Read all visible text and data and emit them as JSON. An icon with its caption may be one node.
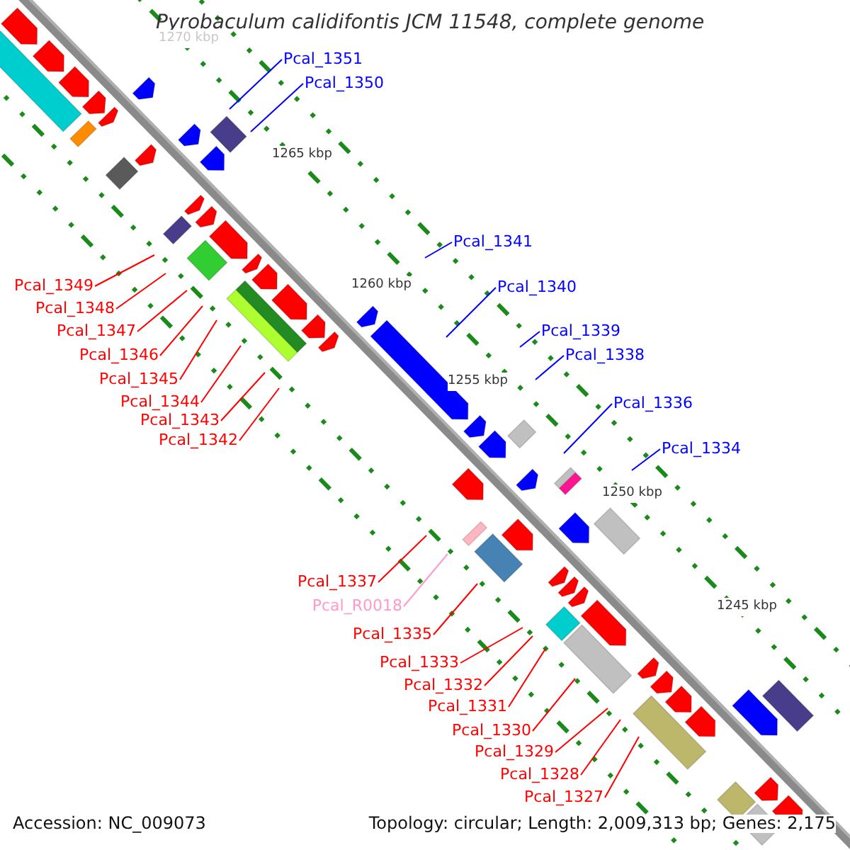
{
  "diagram": {
    "title": "Pyrobaculum calidifontis JCM 11548, complete genome",
    "nodes": [
      {
        "text": [
          "Pcal_1351"
        ]
      },
      {
        "text": [
          "Pcal_1350"
        ]
      },
      {
        "text": [
          "Pcal_1341"
        ]
      },
      {
        "text": [
          "Pcal_1340"
        ]
      },
      {
        "text": [
          "Pcal_1339"
        ]
      },
      {
        "text": [
          "Pcal_1338"
        ]
      },
      {
        "text": [
          "Pcal_1336"
        ]
      },
      {
        "text": [
          "Pcal_1334"
        ]
      },
      {
        "text": [
          "Pcal_1349"
        ]
      },
      {
        "text": [
          "Pcal_1348"
        ]
      },
      {
        "text": [
          "Pcal_1347"
        ]
      },
      {
        "text": [
          "Pcal_1346"
        ]
      },
      {
        "text": [
          "Pcal_1345"
        ]
      },
      {
        "text": [
          "Pcal_1344"
        ]
      },
      {
        "text": [
          "Pcal_1343"
        ]
      },
      {
        "text": [
          "Pcal_1342"
        ]
      },
      {
        "text": [
          "Pcal_1337"
        ]
      },
      {
        "text": [
          "Pcal_R0018"
        ]
      },
      {
        "text": [
          "Pcal_1335"
        ]
      },
      {
        "text": [
          "Pcal_1333"
        ]
      },
      {
        "text": [
          "Pcal_1332"
        ]
      },
      {
        "text": [
          "Pcal_1331"
        ]
      },
      {
        "text": [
          "Pcal_1330"
        ]
      },
      {
        "text": [
          "Pcal_1329"
        ]
      },
      {
        "text": [
          "Pcal_1328"
        ]
      },
      {
        "text": [
          "Pcal_1327"
        ]
      }
    ],
    "edges": [
      {
        "from": 0,
        "to": null,
        "arrow": "none",
        "color": "#0000ff"
      },
      {
        "from": 1,
        "to": null,
        "arrow": "none",
        "color": "#0000ff"
      },
      {
        "from": 2,
        "to": null,
        "arrow": "none",
        "color": "#0000ff"
      },
      {
        "from": 3,
        "to": null,
        "arrow": "none",
        "color": "#0000ff"
      },
      {
        "from": 4,
        "to": null,
        "arrow": "none",
        "color": "#0000ff"
      },
      {
        "from": 5,
        "to": null,
        "arrow": "none",
        "color": "#0000ff"
      },
      {
        "from": 6,
        "to": null,
        "arrow": "none",
        "color": "#0000ff"
      },
      {
        "from": 7,
        "to": null,
        "arrow": "none",
        "color": "#0000ff"
      },
      {
        "from": 8,
        "to": null,
        "arrow": "none"
      },
      {
        "from": 9,
        "to": null,
        "arrow": "none"
      },
      {
        "from": 10,
        "to": null,
        "arrow": "none"
      },
      {
        "from": 11,
        "to": null,
        "arrow": "none"
      },
      {
        "from": 12,
        "to": null,
        "arrow": "none"
      },
      {
        "from": 13,
        "to": null,
        "arrow": "none"
      },
      {
        "from": 14,
        "to": null,
        "arrow": "none"
      },
      {
        "from": 15,
        "to": null,
        "arrow": "none"
      },
      {
        "from": 16,
        "to": null,
        "arrow": "none"
      },
      {
        "from": 17,
        "to": null,
        "arrow": "none",
        "color": "#ff99cc"
      },
      {
        "from": 18,
        "to": null,
        "arrow": "none"
      },
      {
        "from": 19,
        "to": null,
        "arrow": "none"
      },
      {
        "from": 20,
        "to": null,
        "arrow": "none"
      },
      {
        "from": 21,
        "to": null,
        "arrow": "none"
      },
      {
        "from": 22,
        "to": null,
        "arrow": "none"
      },
      {
        "from": 23,
        "to": null,
        "arrow": "none"
      },
      {
        "from": 24,
        "to": null,
        "arrow": "none"
      },
      {
        "from": 25,
        "to": null,
        "arrow": "none"
      }
    ],
    "labels": [
      "1270 kbp",
      "1265 kbp",
      "1260 kbp",
      "1255 kbp",
      "1250 kbp",
      "1245 kbp",
      "Accession: NC_009073",
      "Topology: circular; Length: 2,009,313 bp; Genes: 2,175"
    ]
  }
}
